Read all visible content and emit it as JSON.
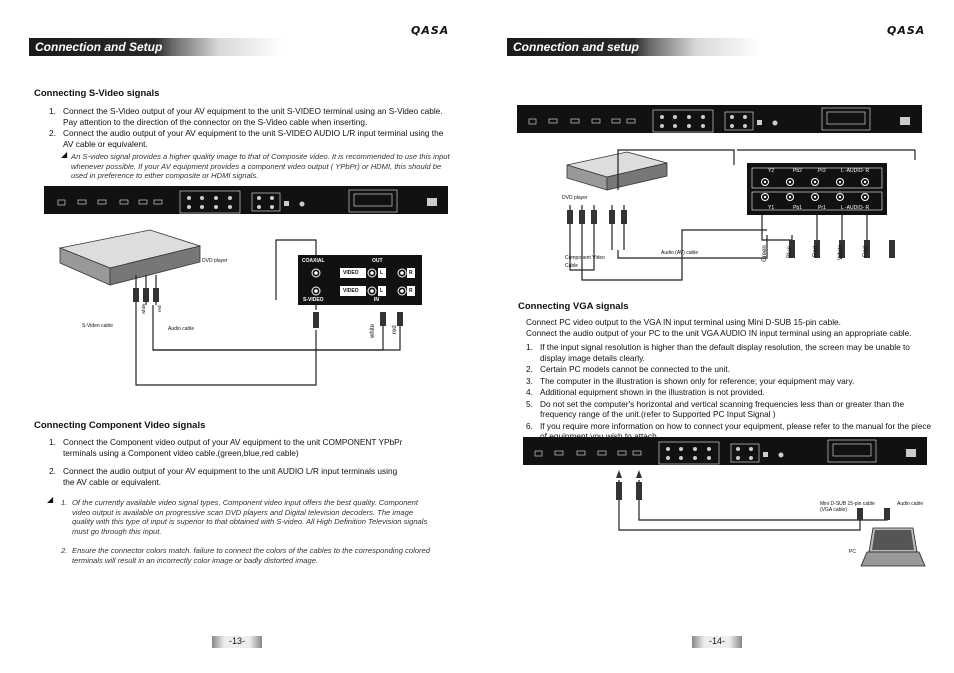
{
  "brand": "QASA",
  "left": {
    "header": "Connection and Setup",
    "svideo": {
      "title": "Connecting S-Video signals",
      "steps": [
        {
          "num": "1.",
          "text": "Connect the S-Video output of your AV equipment to the unit S-VIDEO terminal using an S-Video cable. Pay attention to the direction of the connector on the S-Video cable when inserting."
        },
        {
          "num": "2.",
          "text": "Connect the audio output of your AV equipment to the unit S-VIDEO AUDIO L/R input terminal using the AV cable or equivalent."
        }
      ],
      "note": "An S-video signal provides a higher quality image to that of Composite video. It is recommended to use this input whenever possible. If your AV equipment provides a component video output ( YPbPr) or HDMI, this should be used in preference to either composite or HDMI signals.",
      "diagram": {
        "dvd_player": "DVD player",
        "svideo_cable": "S-Video cable",
        "audio_cable": "Audio cable",
        "coaxial": "COAXIAL",
        "out": "OUT",
        "in": "IN",
        "svideo_port": "S-VIDEO",
        "video": "VIDEO",
        "l": "L",
        "r": "R",
        "white": "white",
        "red": "red",
        "plug_white": "white",
        "plug_red": "red"
      }
    },
    "component": {
      "title": "Connecting Component Video signals",
      "steps": [
        {
          "num": "1.",
          "text": "Connect the Component video output of your AV equipment to the unit COMPONENT YPbPr terminals using a Component video cable.(green,blue,red cable)"
        },
        {
          "num": "2.",
          "text": "Connect the audio output of your AV equipment to the unit AUDIO L/R input terminals using the AV cable or equivalent."
        }
      ],
      "notes": [
        {
          "num": "1.",
          "text": "Of the currently available video signal types, Component video input offers the best quality. Component video output is available on progressive scan DVD players and Digital television decoders. The image quality with this type of input is superior to that obtained with S-video. All High Definition Television signals must go through this input."
        },
        {
          "num": "2.",
          "text": "Ensure the connector colors match. failure to connect the colors of the cables to the corresponding colored terminals will result in an incorrectly color image or badly distorted image."
        }
      ]
    },
    "page_number": "-13-"
  },
  "right": {
    "header": "Connection and setup",
    "diagram": {
      "dvd_player": "DVD player",
      "component_cable": "Component Video Cable",
      "audio_cable": "Audio (AV) cable",
      "top_row": [
        "Y2",
        "Pb2",
        "Pr2",
        "L -AUDIO- R"
      ],
      "bottom_row": [
        "Y1",
        "Pb1",
        "Pr1",
        "L -AUDIO- R"
      ],
      "colors": [
        "Green",
        "Blue",
        "Red",
        "White",
        "Red"
      ]
    },
    "vga": {
      "title": "Connecting VGA signals",
      "intro": [
        "Connect PC video output to the VGA IN input terminal using Mini D-SUB 15-pin cable.",
        "Connect the audio output of your PC to the unit VGA AUDIO IN input terminal using an appropriate cable."
      ],
      "steps": [
        {
          "num": "1.",
          "text": "If the input signal resolution is higher than the default display resolution, the screen may be unable to display image details clearly."
        },
        {
          "num": "2.",
          "text": "Certain PC models cannot be connected to the unit."
        },
        {
          "num": "3.",
          "text": "The computer in the illustration is shown only for reference; your equipment may vary."
        },
        {
          "num": "4.",
          "text": "Additional equipment shown in the illustration is not provided."
        },
        {
          "num": "5.",
          "text": "Do not set the computer's horizontal and vertical scanning frequencies less than or greater than the frequency range of the unit.(refer to Supported PC Input Signal )"
        },
        {
          "num": "6.",
          "text": "If you require more information on how to connect your equipment, please refer to the manual for the piece of equipment you wish to attach."
        }
      ],
      "diagram": {
        "vga_cable": "Mini D-SUB 15-pin cable (VGA cable)",
        "audio_cable": "Audio cable",
        "pc": "PC"
      }
    },
    "page_number": "-14-"
  }
}
